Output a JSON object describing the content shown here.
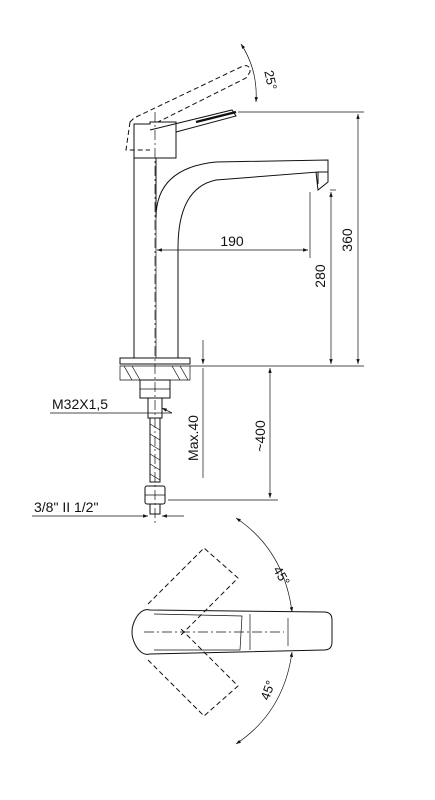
{
  "dimensions": {
    "lever_tilt": "25°",
    "total_height": "360",
    "spout_reach": "190",
    "spout_height": "280",
    "thread": "M32X1,5",
    "max_deck": "Max.40",
    "hose_length": "~400",
    "connection": "3/8\" II 1/2\"",
    "rotation_top": "45°",
    "rotation_bottom": "45°"
  }
}
